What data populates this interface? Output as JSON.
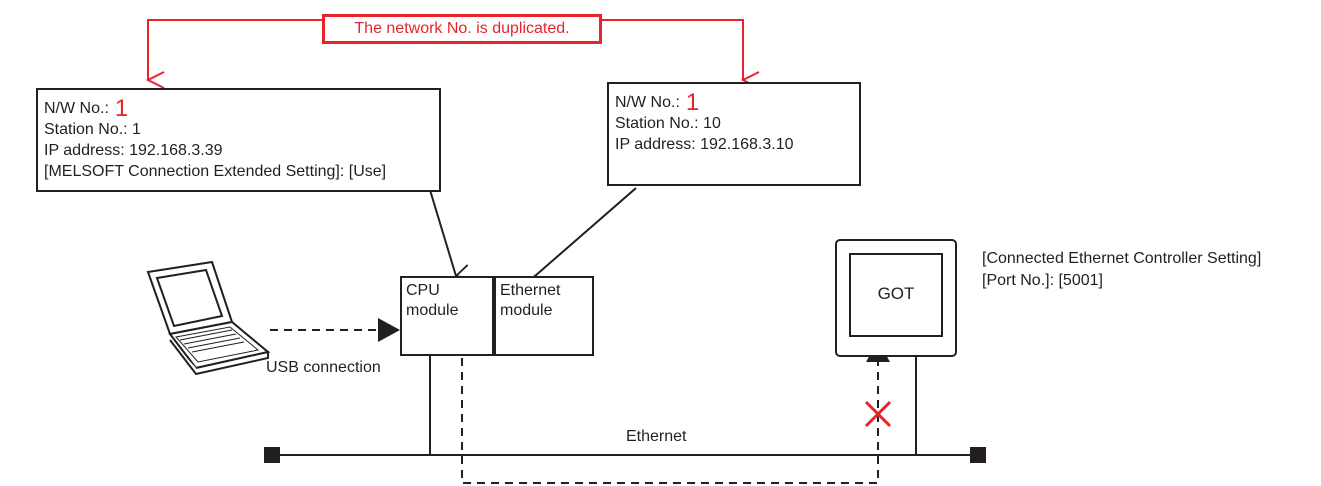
{
  "warning": "The network No. is duplicated.",
  "box_left": {
    "nw_label": "N/W No.:",
    "nw_value": "1",
    "station": "Station No.: 1",
    "ip": "IP address: 192.168.3.39",
    "melsoft": "[MELSOFT Connection Extended Setting]: [Use]"
  },
  "box_right": {
    "nw_label": "N/W No.:",
    "nw_value": "1",
    "station": "Station No.: 10",
    "ip": "IP address: 192.168.3.10"
  },
  "cpu_module": {
    "line1": "CPU",
    "line2": "module"
  },
  "ethernet_module": {
    "line1": "Ethernet",
    "line2": "module"
  },
  "got_label": "GOT",
  "got_setting": {
    "line1": "[Connected Ethernet Controller Setting]",
    "line2": "[Port No.]: [5001]"
  },
  "usb_label": "USB connection",
  "ethernet_label": "Ethernet",
  "colors": {
    "accent_red": "#e8242b",
    "stroke": "#231f20"
  }
}
